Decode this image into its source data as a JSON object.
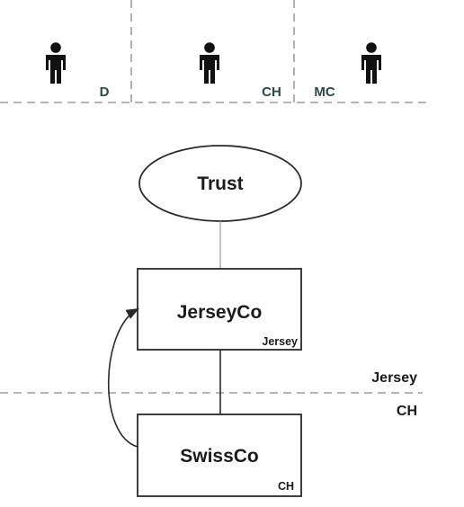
{
  "colors": {
    "line": "#2a2a2a",
    "dashed": "#9e9e9e",
    "tag_text": "#2f4642",
    "person": "#111111"
  },
  "persons": [
    {
      "icon": "person-icon",
      "jurisdiction": "D"
    },
    {
      "icon": "person-icon",
      "jurisdiction": "CH"
    },
    {
      "icon": "person-icon",
      "jurisdiction": "MC"
    }
  ],
  "trust": {
    "label": "Trust"
  },
  "jerseyco": {
    "label": "JerseyCo",
    "jurisdiction": "Jersey"
  },
  "swissco": {
    "label": "SwissCo",
    "jurisdiction": "CH"
  },
  "border": {
    "upper_label": "Jersey",
    "lower_label": "CH"
  }
}
